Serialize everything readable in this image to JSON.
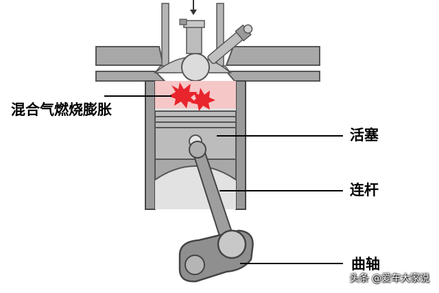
{
  "labels": {
    "mixture_expansion": "混合气燃烧膨胀",
    "piston": "活塞",
    "connecting_rod": "连杆",
    "crankshaft": "曲轴"
  },
  "watermark": "头条 @爱车大家说",
  "colors": {
    "metal": "#9a9a9a",
    "metal_dark": "#5a5a5a",
    "cylinder_fill": "#d8d8d8",
    "combustion": "#f6c7c7",
    "flame": "#e8242c"
  }
}
